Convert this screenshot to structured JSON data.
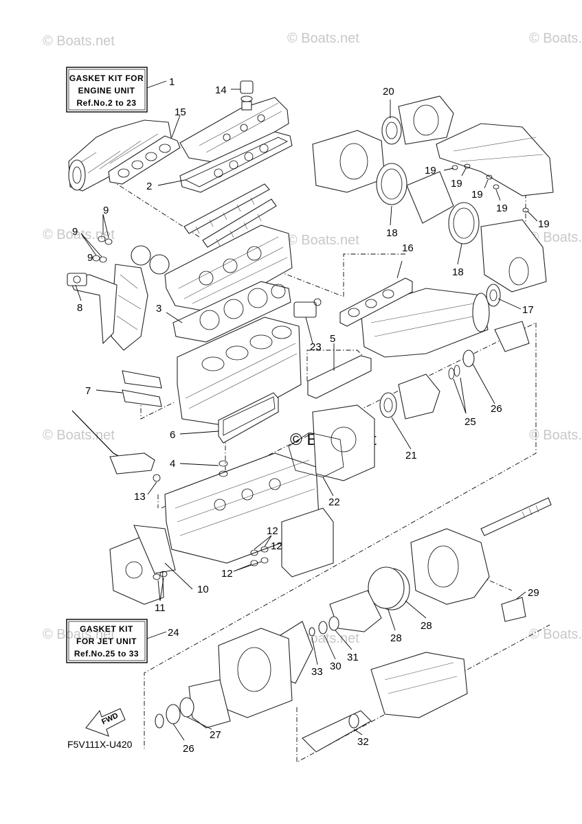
{
  "watermark": {
    "text": "© Boats.net",
    "center_text": "© Boats.net"
  },
  "kits": {
    "engine": {
      "line1": "GASKET KIT FOR",
      "line2": "ENGINE UNIT",
      "line3": "Ref.No.2 to 23",
      "callout": "1"
    },
    "jet": {
      "line1": "GASKET KIT",
      "line2": "FOR JET UNIT",
      "line3": "Ref.No.25 to 33",
      "callout": "24"
    }
  },
  "fwd_label": "FWD",
  "diagram_code": "F5V111X-U420",
  "callouts": [
    "1",
    "2",
    "3",
    "4",
    "5",
    "6",
    "7",
    "8",
    "9",
    "9",
    "9",
    "10",
    "11",
    "12",
    "12",
    "12",
    "13",
    "14",
    "15",
    "16",
    "17",
    "18",
    "18",
    "19",
    "19",
    "19",
    "19",
    "19",
    "20",
    "21",
    "22",
    "23",
    "24",
    "25",
    "26",
    "26",
    "27",
    "28",
    "28",
    "29",
    "30",
    "31",
    "32",
    "33"
  ]
}
